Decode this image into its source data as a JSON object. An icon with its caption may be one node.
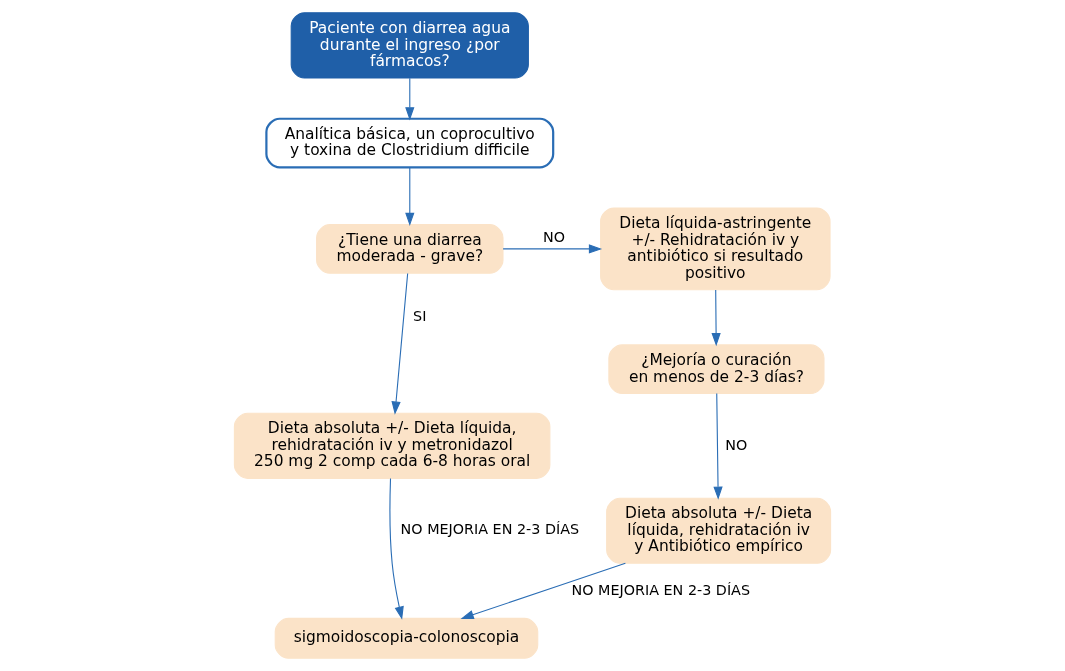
{
  "diagram": {
    "nodes": [
      {
        "text": [
          "Paciente con diarrea agua durante el ingreso ¿por fármacos?"
        ]
      },
      {
        "text": [
          "Analítica básica, un coprocultivo y toxina de Clostridium difficile"
        ]
      },
      {
        "text": [
          "¿Tiene una diarrea moderada - grave?"
        ]
      },
      {
        "text": [
          "Dieta líquida-astringente +/- Rehidratación iv y antibiótico si resultado positivo"
        ]
      },
      {
        "text": [
          "¿Mejoría o curación en menos de 2-3 días?"
        ]
      },
      {
        "text": [
          "Dieta absoluta +/- Dieta líquida, rehidratación iv y Antibiótico empírico"
        ]
      },
      {
        "text": [
          "sigmoidoscopia-colonoscopia"
        ]
      },
      {
        "text": [
          "Dieta absoluta +/- Dieta líquida, rehidratación iv y metronidazol 250 mg 2 comp cada 6-8 horas oral"
        ]
      }
    ],
    "edges": [
      {
        "from": 0,
        "to": 1,
        "arrow": "to"
      },
      {
        "from": 1,
        "to": 2,
        "arrow": "to"
      },
      {
        "from": 2,
        "to": 3,
        "arrow": "to",
        "label": "NO"
      },
      {
        "from": 2,
        "to": 7,
        "arrow": "to",
        "label": "SI"
      },
      {
        "from": 3,
        "to": 4,
        "arrow": "to"
      },
      {
        "from": 4,
        "to": 5,
        "arrow": "to",
        "label": "NO"
      },
      {
        "from": 5,
        "to": 6,
        "arrow": "to",
        "label": "NO MEJORIA EN 2-3 DÍAS"
      },
      {
        "from": 7,
        "to": 6,
        "arrow": "to",
        "label": "NO MEJORIA EN 2-3 DÍAS"
      }
    ]
  }
}
